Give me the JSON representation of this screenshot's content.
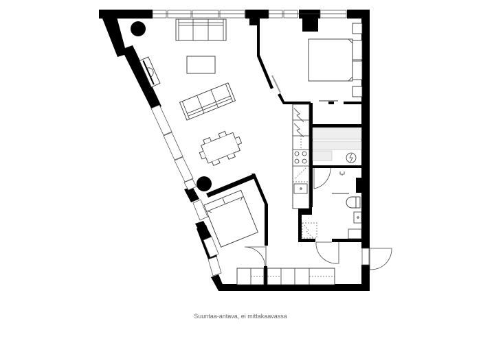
{
  "caption": "Suuntaa-antava, ei mittakaavassa",
  "plan": {
    "type": "apartment-floor-plan",
    "rooms": [
      {
        "name": "living-room",
        "furniture": [
          "sofa-top",
          "coffee-table",
          "sofa-angled",
          "tv-stand",
          "dining-table",
          "dining-chairs-6",
          "round-column"
        ]
      },
      {
        "name": "bedroom-1",
        "furniture": [
          "double-bed",
          "nightstand-top",
          "nightstand-bottom",
          "wardrobe-block"
        ]
      },
      {
        "name": "bedroom-2",
        "furniture": [
          "double-bed",
          "round-column"
        ]
      },
      {
        "name": "kitchen",
        "furniture": [
          "counter",
          "stove-4-burner",
          "kitchen-sink",
          "fridge"
        ]
      },
      {
        "name": "sauna",
        "furniture": [
          "benches",
          "sauna-heater"
        ]
      },
      {
        "name": "bathroom",
        "furniture": [
          "toilet",
          "washbasin",
          "shower"
        ]
      },
      {
        "name": "storage",
        "furniture": [
          "closet"
        ]
      },
      {
        "name": "hallway",
        "furniture": [
          "entry-closet",
          "entrance-door"
        ]
      }
    ],
    "colors": {
      "wall": "#000000",
      "line": "#333333",
      "sauna_bench": "#eeeeee",
      "caption": "#666666"
    }
  }
}
